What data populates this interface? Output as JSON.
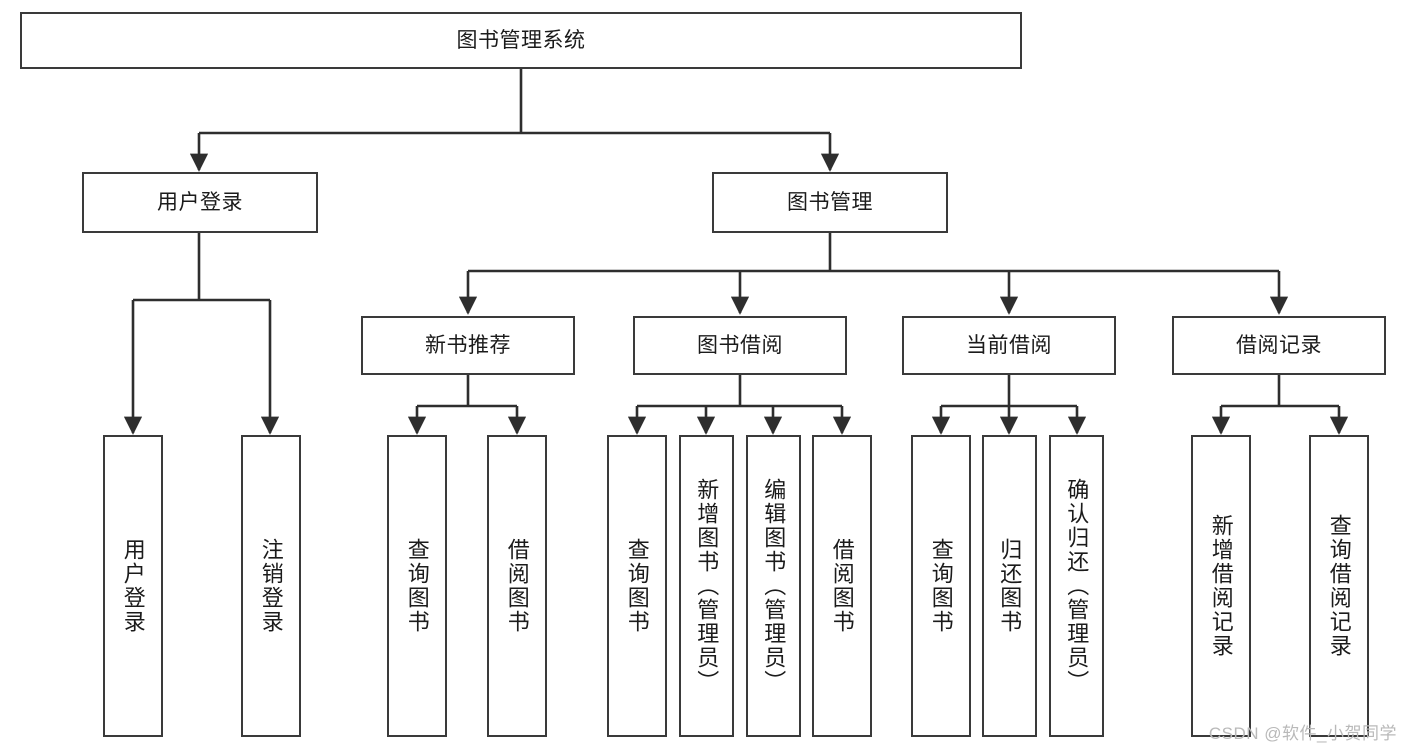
{
  "diagram": {
    "title": "图书管理系统",
    "type": "hierarchy-tree",
    "root": {
      "id": "root",
      "label": "图书管理系统",
      "orientation": "horizontal"
    },
    "level2": [
      {
        "id": "user-login",
        "label": "用户登录",
        "orientation": "horizontal"
      },
      {
        "id": "book-manage",
        "label": "图书管理",
        "orientation": "horizontal"
      }
    ],
    "level3": [
      {
        "id": "new-book-recommend",
        "label": "新书推荐",
        "orientation": "horizontal",
        "parent": "book-manage"
      },
      {
        "id": "book-borrow",
        "label": "图书借阅",
        "orientation": "horizontal",
        "parent": "book-manage"
      },
      {
        "id": "current-borrow",
        "label": "当前借阅",
        "orientation": "horizontal",
        "parent": "book-manage"
      },
      {
        "id": "borrow-record",
        "label": "借阅记录",
        "orientation": "horizontal",
        "parent": "book-manage"
      }
    ],
    "leaves": [
      {
        "id": "leaf-user-login",
        "label": "用户登录",
        "parent": "user-login",
        "orientation": "vertical"
      },
      {
        "id": "leaf-user-logout",
        "label": "注销登录",
        "parent": "user-login",
        "orientation": "vertical"
      },
      {
        "id": "leaf-query-book-1",
        "label": "查询图书",
        "parent": "new-book-recommend",
        "orientation": "vertical"
      },
      {
        "id": "leaf-borrow-book-1",
        "label": "借阅图书",
        "parent": "new-book-recommend",
        "orientation": "vertical"
      },
      {
        "id": "leaf-query-book-2",
        "label": "查询图书",
        "parent": "book-borrow",
        "orientation": "vertical"
      },
      {
        "id": "leaf-add-book",
        "label": "新增图书（管理员）",
        "parent": "book-borrow",
        "orientation": "vertical"
      },
      {
        "id": "leaf-edit-book",
        "label": "编辑图书（管理员）",
        "parent": "book-borrow",
        "orientation": "vertical"
      },
      {
        "id": "leaf-borrow-book-2",
        "label": "借阅图书",
        "parent": "book-borrow",
        "orientation": "vertical"
      },
      {
        "id": "leaf-query-book-3",
        "label": "查询图书",
        "parent": "current-borrow",
        "orientation": "vertical"
      },
      {
        "id": "leaf-return-book",
        "label": "归还图书",
        "parent": "current-borrow",
        "orientation": "vertical"
      },
      {
        "id": "leaf-confirm-return",
        "label": "确认归还（管理员）",
        "parent": "current-borrow",
        "orientation": "vertical"
      },
      {
        "id": "leaf-add-record",
        "label": "新增借阅记录",
        "parent": "borrow-record",
        "orientation": "vertical"
      },
      {
        "id": "leaf-query-record",
        "label": "查询借阅记录",
        "parent": "borrow-record",
        "orientation": "vertical"
      }
    ],
    "colors": {
      "stroke": "#3a3a3a",
      "fill": "#ffffff",
      "text": "#1b1b1b",
      "watermark": "#b9b9b9"
    }
  },
  "watermark": {
    "text": "CSDN @软件_小贺同学"
  }
}
